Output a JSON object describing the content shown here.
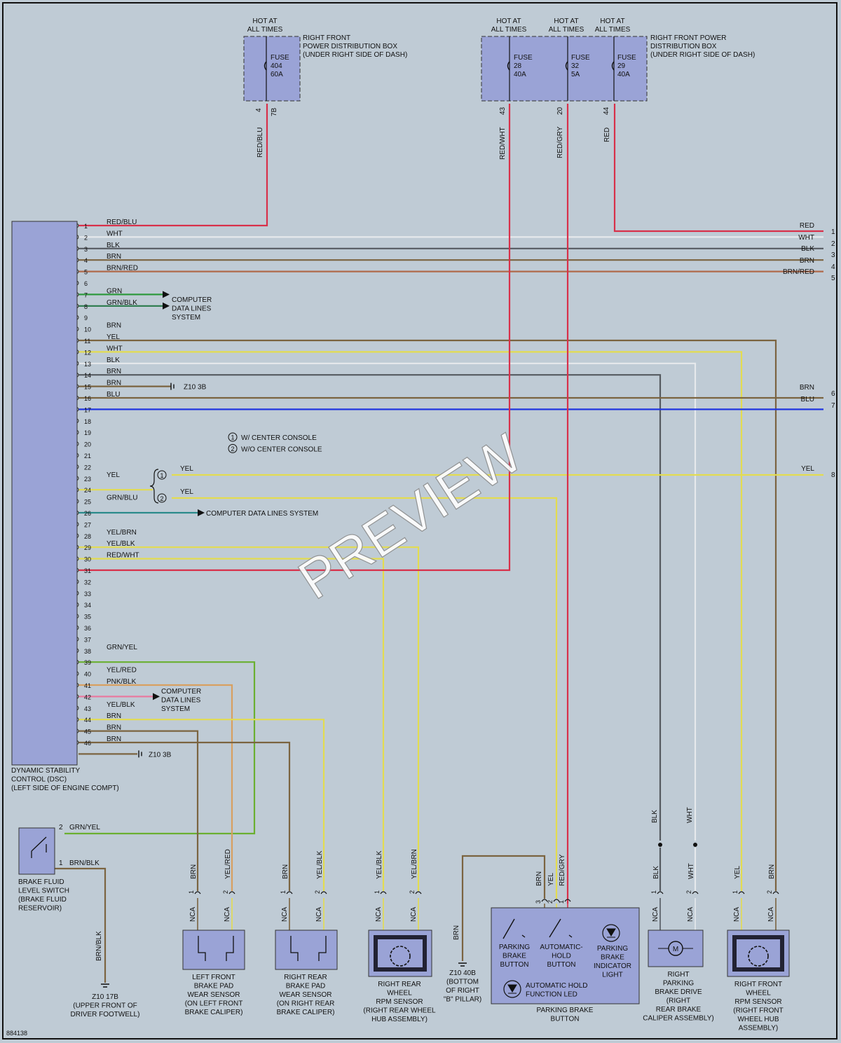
{
  "watermark": "PREVIEW",
  "figure_id": "884138",
  "colors": {
    "RED": "#d8304a",
    "BLK": "#555a60",
    "WHT": "#e6e9ec",
    "BRN": "#7b6440",
    "GRN": "#2f9a3e",
    "YEL": "#e3dc50",
    "BLU": "#2036e0",
    "GRY": "#8a8a8a",
    "ORG": "#e0902a",
    "PNK": "#e87aa0",
    "BOX": "#9aa3d6"
  },
  "top": {
    "hot": [
      "HOT AT",
      "ALL TIMES"
    ],
    "box1": {
      "lines": [
        "RIGHT FRONT",
        "POWER DISTRIBUTION BOX",
        "(UNDER RIGHT SIDE OF DASH)"
      ],
      "fuse": [
        "FUSE",
        "404",
        "60A"
      ],
      "pin": "4",
      "conn": "7B",
      "wire": "RED/BLU"
    },
    "box2": {
      "lines": [
        "RIGHT FRONT POWER",
        "DISTRIBUTION BOX",
        "(UNDER RIGHT SIDE OF DASH)"
      ],
      "fuses": [
        [
          "FUSE",
          "28",
          "40A"
        ],
        [
          "FUSE",
          "32",
          "5A"
        ],
        [
          "FUSE",
          "29",
          "40A"
        ]
      ],
      "pins": [
        "43",
        "20",
        "44"
      ],
      "wires": [
        "RED/WHT",
        "RED/GRY",
        "RED"
      ]
    }
  },
  "dsc": {
    "label": [
      "DYNAMIC STABILITY",
      "CONTROL (DSC)",
      "(LEFT SIDE OF ENGINE COMPT)"
    ],
    "pins": [
      "1",
      "2",
      "3",
      "4",
      "5",
      "6",
      "7",
      "8",
      "9",
      "10",
      "11",
      "12",
      "13",
      "14",
      "15",
      "16",
      "17",
      "18",
      "19",
      "20",
      "21",
      "22",
      "23",
      "24",
      "25",
      "26",
      "27",
      "28",
      "29",
      "30",
      "31",
      "32",
      "33",
      "34",
      "35",
      "36",
      "37",
      "38",
      "39",
      "40",
      "41",
      "42",
      "43",
      "44",
      "45",
      "46"
    ],
    "wire_labels": {
      "1": "RED/BLU",
      "2": "WHT",
      "3": "BLK",
      "4": "BRN",
      "5": "BRN/RED",
      "7": "GRN",
      "8": "GRN/BLK",
      "10": "BRN",
      "11": "YEL",
      "12": "WHT",
      "13": "BLK",
      "14": "BRN",
      "15": "BRN",
      "16": "BLU",
      "23": "YEL",
      "25": "GRN/BLU",
      "28": "YEL/BRN",
      "29": "YEL/BLK",
      "30": "RED/WHT",
      "38": "GRN/YEL",
      "40": "YEL/RED",
      "41": "PNK/BLK",
      "43": "YEL/BLK",
      "44": "BRN",
      "45": "BRN",
      "46": "BRN"
    }
  },
  "right_edge": [
    {
      "label": "RED",
      "num": "1"
    },
    {
      "label": "WHT",
      "num": "2"
    },
    {
      "label": "BLK",
      "num": "3"
    },
    {
      "label": "BRN",
      "num": "4"
    },
    {
      "label": "BRN/RED",
      "num": "5"
    },
    {
      "label": "BRN",
      "num": "6"
    },
    {
      "label": "BLU",
      "num": "7"
    },
    {
      "label": "YEL",
      "num": "8"
    }
  ],
  "cdl": {
    "a": [
      "COMPUTER",
      "DATA LINES",
      "SYSTEM"
    ],
    "b": "COMPUTER DATA LINES SYSTEM",
    "c": [
      "COMPUTER",
      "DATA LINES",
      "SYSTEM"
    ]
  },
  "grounds": {
    "z103b": "Z10 3B",
    "z17b": [
      "Z10 17B",
      "(UPPER FRONT OF",
      "DRIVER FOOTWELL)"
    ],
    "z40b": [
      "Z10 40B",
      "(BOTTOM",
      "OF RIGHT",
      "\"B\" PILLAR)"
    ]
  },
  "legend": [
    {
      "n": "1",
      "text": "W/ CENTER CONSOLE"
    },
    {
      "n": "2",
      "text": "W/O CENTER CONSOLE"
    }
  ],
  "yel_branch": [
    "YEL",
    "YEL"
  ],
  "bf": {
    "label": [
      "BRAKE FLUID",
      "LEVEL SWITCH",
      "(BRAKE FLUID",
      "RESERVOIR)"
    ],
    "p2": "2",
    "w2": "GRN/YEL",
    "p1": "1",
    "w1": "BRN/BLK",
    "down": "BRN/BLK"
  },
  "nca": "NCA",
  "comp": {
    "lfpad": {
      "label": [
        "LEFT FRONT",
        "BRAKE PAD",
        "WEAR SENSOR",
        "(ON LEFT FRONT",
        "BRAKE CALIPER)"
      ],
      "w1": "BRN",
      "w2": "YEL/RED"
    },
    "rrpad": {
      "label": [
        "RIGHT REAR",
        "BRAKE PAD",
        "WEAR SENSOR",
        "(ON RIGHT REAR",
        "BRAKE CALIPER)"
      ],
      "w1": "BRN",
      "w2": "YEL/BLK"
    },
    "rrws": {
      "label": [
        "RIGHT REAR",
        "WHEEL",
        "RPM SENSOR",
        "(RIGHT REAR WHEEL",
        "HUB ASSEMBLY)"
      ],
      "w1": "YEL/BLK",
      "w2": "YEL/BRN"
    },
    "pbb": {
      "label": [
        "PARKING BRAKE",
        "BUTTON"
      ],
      "w3": "BRN",
      "w2": "YEL",
      "w1": "RED/GRY",
      "gnd": "BRN",
      "b1": [
        "PARKING",
        "BRAKE",
        "BUTTON"
      ],
      "b2": [
        "AUTOMATIC-",
        "HOLD",
        "BUTTON"
      ],
      "b3": [
        "PARKING",
        "BRAKE",
        "INDICATOR",
        "LIGHT"
      ],
      "b4": [
        "AUTOMATIC HOLD",
        "FUNCTION LED"
      ]
    },
    "rpbd": {
      "label": [
        "RIGHT",
        "PARKING",
        "BRAKE DRIVE",
        "(RIGHT",
        "REAR BRAKE",
        "CALIPER ASSEMBLY)"
      ],
      "w1": "BLK",
      "w2": "WHT",
      "m": "M"
    },
    "rfws": {
      "label": [
        "RIGHT FRONT",
        "WHEEL",
        "RPM SENSOR",
        "(RIGHT FRONT",
        "WHEEL HUB",
        "ASSEMBLY)"
      ],
      "w1": "YEL",
      "w2": "BRN"
    }
  },
  "pin_1": "1",
  "pin_2": "2",
  "pin_3": "3"
}
